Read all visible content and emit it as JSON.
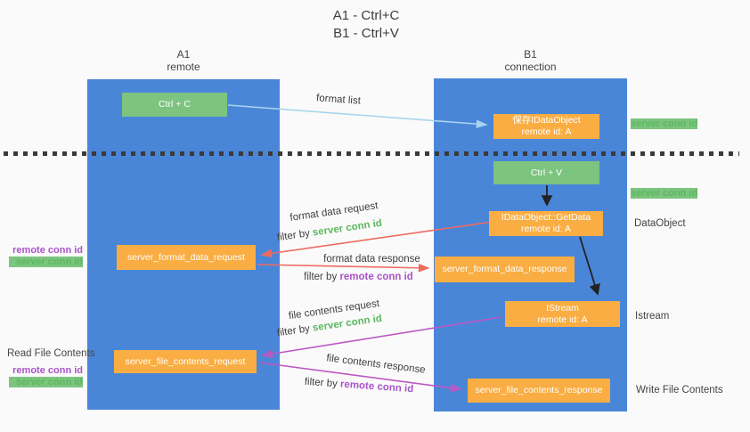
{
  "title": {
    "line1": "A1 - Ctrl+C",
    "line2": "B1 - Ctrl+V"
  },
  "columns": {
    "left": {
      "id": "A1",
      "sub": "remote"
    },
    "right": {
      "id": "B1",
      "sub": "connection"
    }
  },
  "boxes": {
    "ctrl_c": "Ctrl + C",
    "save_idataobject": {
      "line1": "保存IDataObject",
      "line2": "remote id: A"
    },
    "ctrl_v": "Ctrl + V",
    "getdata": {
      "line1": "IDataObject::GetData",
      "line2": "remote id: A"
    },
    "format_request": "server_format_data_request",
    "format_response": "server_format_data_response",
    "istream": {
      "line1": "IStream",
      "line2": "remote id: A"
    },
    "file_request": "server_file_contents_request",
    "file_response": "server_file_contents_response"
  },
  "arrow_labels": {
    "format_list": "format list",
    "format_data_request": "format data request",
    "format_data_response": "format data response",
    "file_contents_request": "file contents request",
    "file_contents_response": "file contents response",
    "filter_prefix": "filter by ",
    "server_conn_id": "server conn id",
    "remote_conn_id": "remote conn id"
  },
  "side_labels": {
    "server_conn_id_top": "server conn id",
    "server_conn_id_mid": "server conn id",
    "dataobject": "DataObject",
    "istream": "Istream",
    "write_file_contents": "Write File Contents",
    "read_file_contents": "Read File Contents",
    "left_remote_conn_id_1": "remote conn id",
    "left_server_conn_id_1": "server conn id",
    "left_remote_conn_id_2": "remote conn id",
    "left_server_conn_id_2": "server conn id"
  },
  "colors": {
    "lifeline_blue": "#4a86d8",
    "action_green": "#7cc47f",
    "message_orange": "#f9ad42",
    "arrow_red": "#ee6b5f",
    "arrow_magenta": "#bb58c3",
    "arrow_lightblue": "#a8d4ee",
    "arrow_black": "#222222",
    "text_green": "#5cb85f",
    "text_purple": "#a855c8",
    "background": "#fafafa"
  }
}
